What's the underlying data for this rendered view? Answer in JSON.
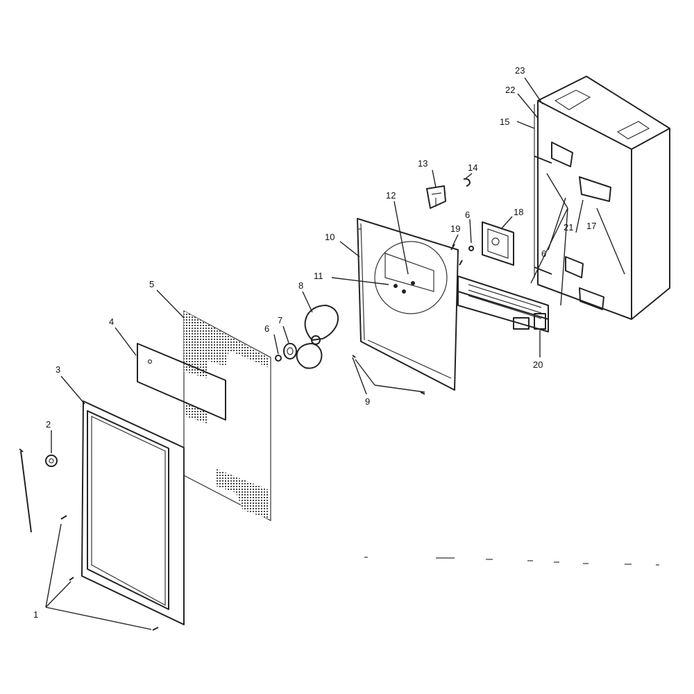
{
  "callouts": {
    "c1": "1",
    "c2": "2",
    "c3": "3",
    "c4": "4",
    "c5": "5",
    "c6a": "6",
    "c6b": "6",
    "c6c": "6",
    "c7": "7",
    "c8": "8",
    "c9": "9",
    "c10": "10",
    "c11": "11",
    "c12": "12",
    "c13": "13",
    "c14": "14",
    "c15": "15",
    "c17": "17",
    "c18": "18",
    "c19": "19",
    "c20": "20",
    "c21": "21",
    "c22": "22",
    "c23": "23"
  }
}
